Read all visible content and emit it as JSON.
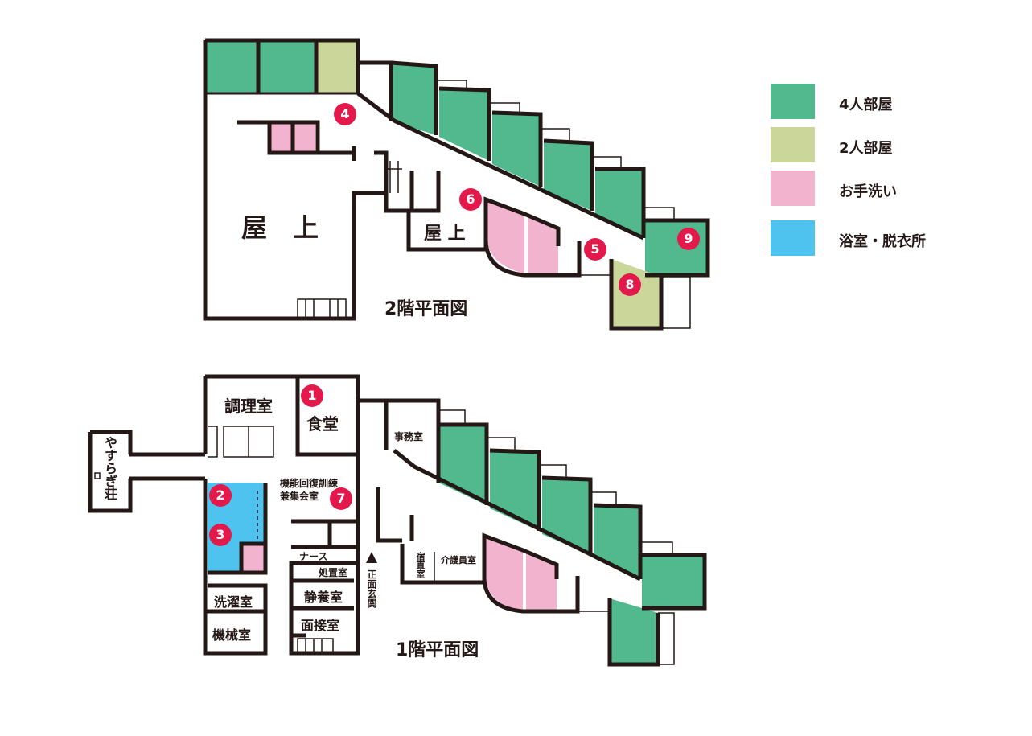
{
  "colors": {
    "four_person": "#52b98f",
    "two_person": "#cbd79a",
    "restroom": "#f2b3cf",
    "bath": "#4ec3ef",
    "marker": "#e3194b",
    "wall": "#231815"
  },
  "legend": [
    {
      "label": "4人部屋",
      "color": "#52b98f"
    },
    {
      "label": "2人部屋",
      "color": "#cbd79a"
    },
    {
      "label": "お手洗い",
      "color": "#f2b3cf"
    },
    {
      "label": "浴室・脱衣所",
      "color": "#4ec3ef"
    }
  ],
  "floor2": {
    "title": "2階平面図",
    "rooftop_main": "屋　上",
    "rooftop_small": "屋 上"
  },
  "floor1": {
    "title": "1階平面図",
    "kitchen": "調理室",
    "dining": "食堂",
    "annex": "やすらぎ荘",
    "office": "事務室",
    "rehab_line1": "機能回復訓練",
    "rehab_line2": "兼集会室",
    "nurse": "ナース",
    "treatment": "処置室",
    "rest": "静養室",
    "interview": "面接室",
    "laundry": "洗濯室",
    "machine": "機械室",
    "entrance": "正面玄関",
    "duty": "宿直室",
    "caregiver": "介護員室"
  },
  "markers": [
    "1",
    "2",
    "3",
    "4",
    "5",
    "6",
    "7",
    "8",
    "9"
  ]
}
